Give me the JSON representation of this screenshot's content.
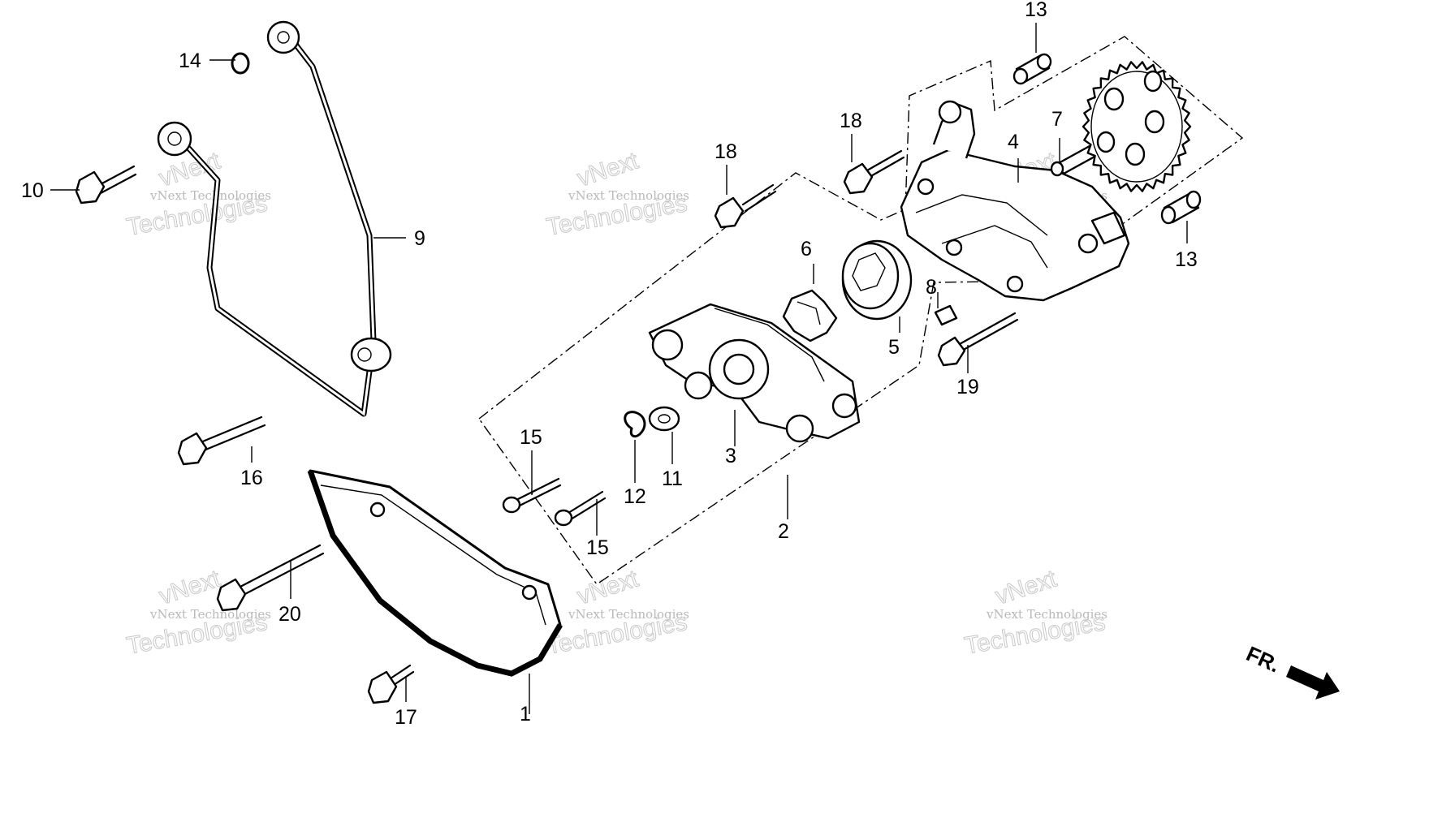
{
  "callouts": [
    "1",
    "2",
    "3",
    "4",
    "5",
    "6",
    "7",
    "8",
    "9",
    "10",
    "11",
    "12",
    "13",
    "13",
    "14",
    "15",
    "15",
    "16",
    "17",
    "18",
    "18",
    "19",
    "20"
  ],
  "front_marker": "FR.",
  "watermark": {
    "brand": "vNext",
    "company": "vNext Technologies",
    "tagline": "Technologies"
  }
}
